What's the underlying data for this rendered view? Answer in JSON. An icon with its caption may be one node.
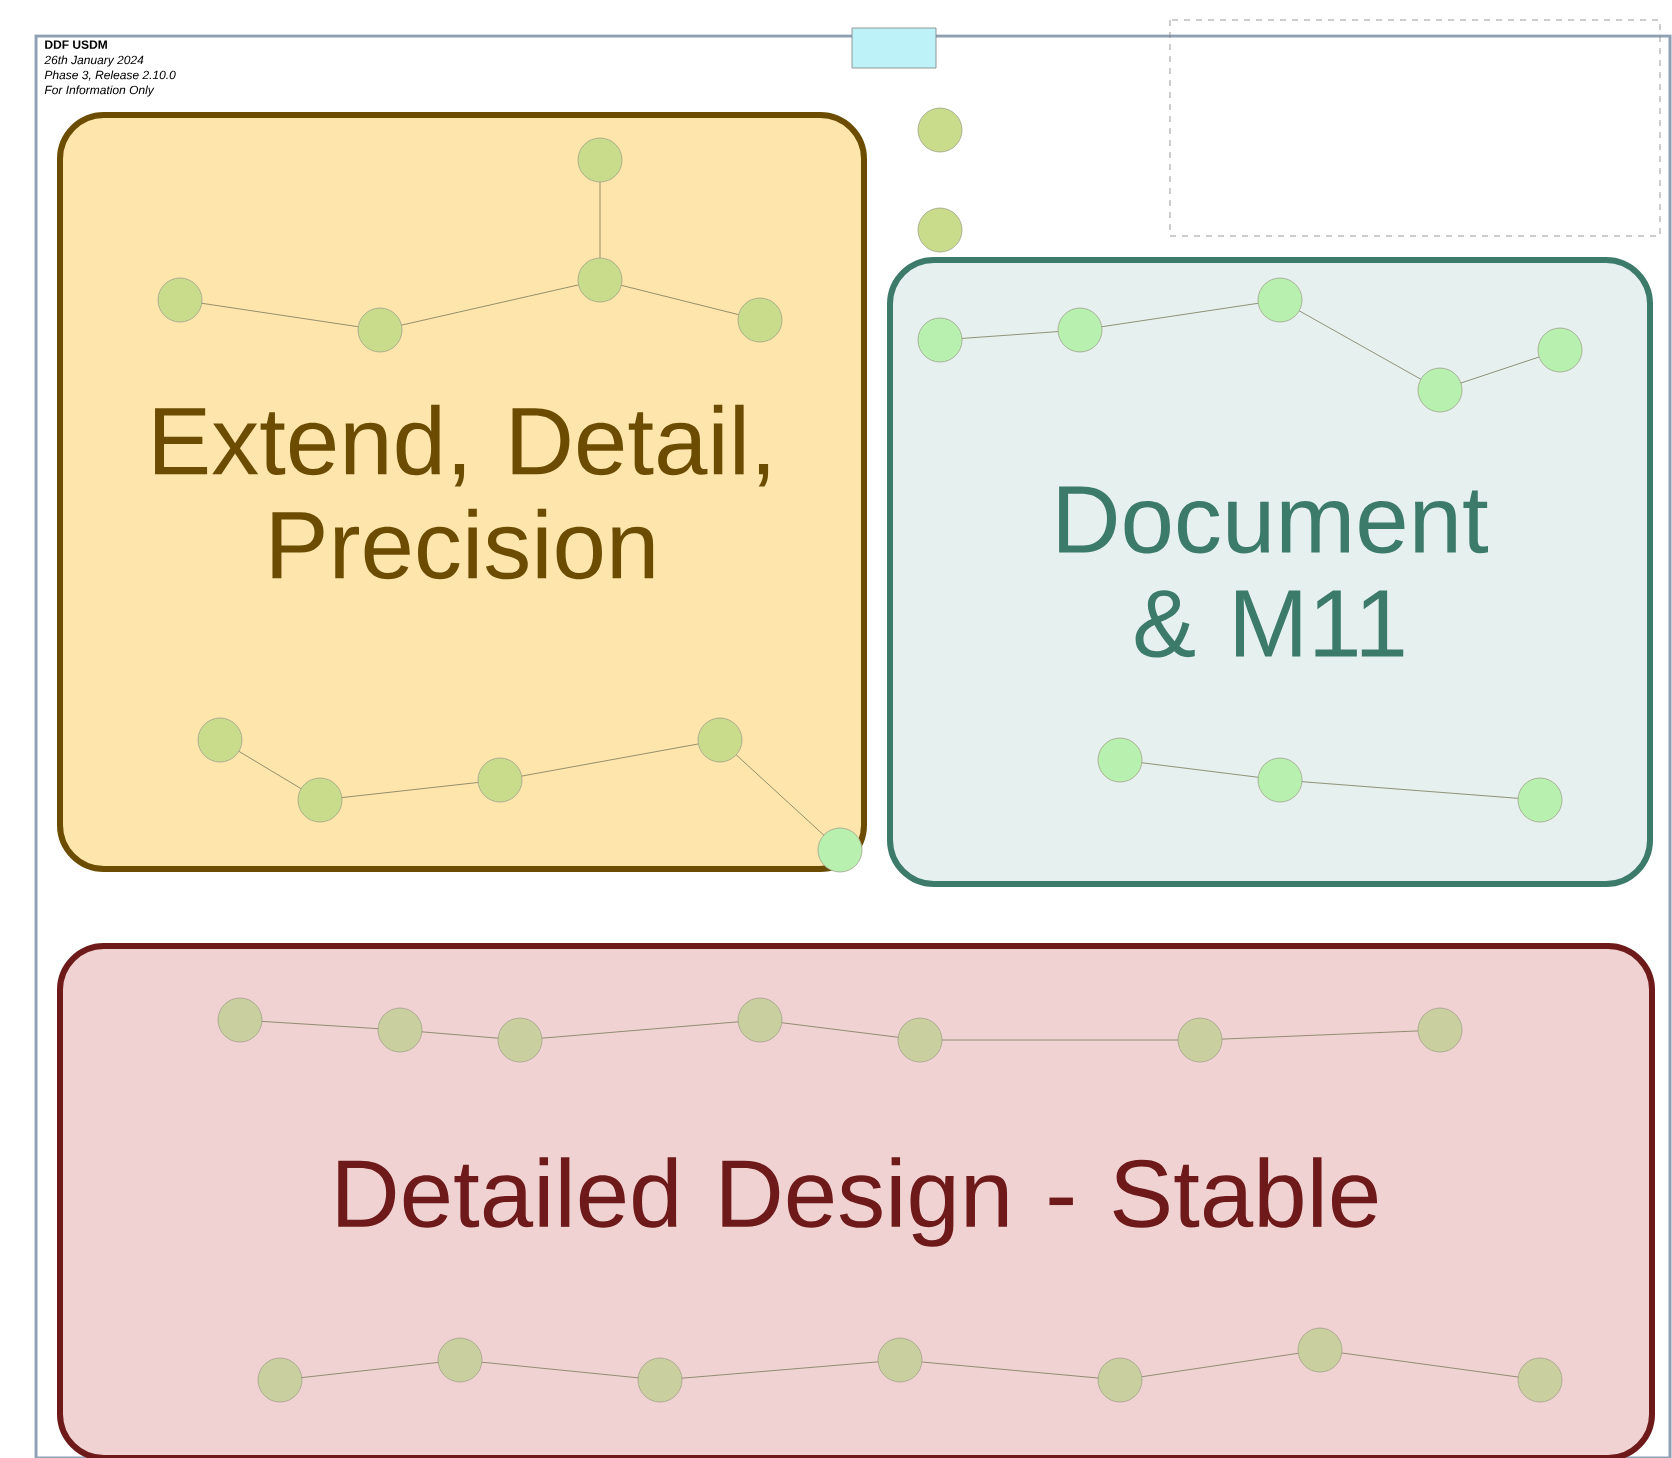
{
  "diagram": {
    "nodes": [
      {
        "text": [
          "Extend, Detail, Precision"
        ]
      },
      {
        "text": [
          "Document & M11"
        ]
      },
      {
        "text": [
          "Detailed Design - Stable"
        ]
      }
    ],
    "labels": [
      "DDF USDM",
      "26th January 2024",
      "Phase 3, Release 2.10.0",
      "For Information Only"
    ]
  }
}
